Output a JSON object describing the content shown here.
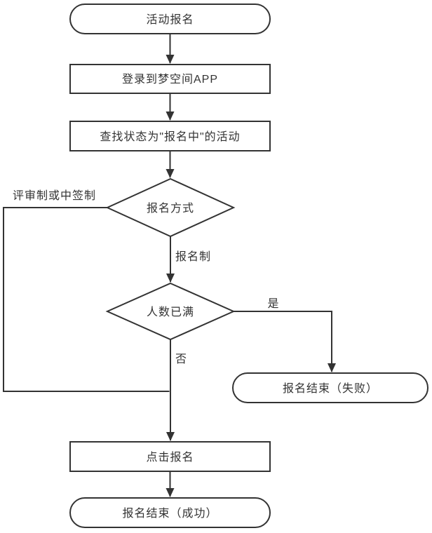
{
  "flowchart": {
    "background_color": "#ffffff",
    "line_color": "#333333",
    "shape_fill": "#ffffff",
    "nodes": {
      "start": {
        "type": "terminator",
        "label": "活动报名"
      },
      "login": {
        "type": "process",
        "label": "登录到梦空间APP"
      },
      "find_activity": {
        "type": "process",
        "label": "查找状态为\"报名中\"的活动"
      },
      "signup_method": {
        "type": "decision",
        "label": "报名方式"
      },
      "capacity_full": {
        "type": "decision",
        "label": "人数已满"
      },
      "end_fail": {
        "type": "terminator",
        "label": "报名结束（失败）"
      },
      "click_signup": {
        "type": "process",
        "label": "点击报名"
      },
      "end_success": {
        "type": "terminator",
        "label": "报名结束（成功）"
      }
    },
    "edge_labels": {
      "review_or_lottery": "评审制或中签制",
      "signup_system": "报名制",
      "yes": "是",
      "no": "否"
    }
  }
}
